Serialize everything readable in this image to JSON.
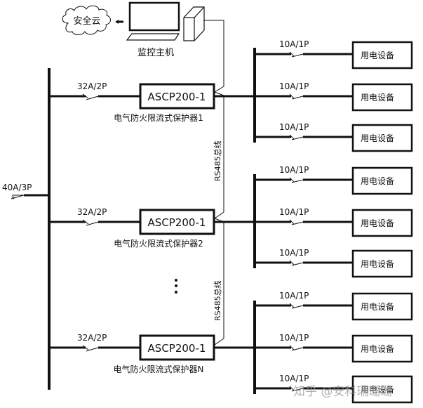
{
  "top": {
    "cloud_label": "安全云",
    "host_label": "监控主机"
  },
  "main_breaker": "40A/3P",
  "feeders": [
    {
      "breaker": "32A/2P",
      "device_model": "ASCP200-1",
      "device_caption": "电气防火限流式保护器1",
      "branches": [
        {
          "breaker": "10A/1P",
          "load": "用电设备"
        },
        {
          "breaker": "10A/1P",
          "load": "用电设备"
        },
        {
          "breaker": "10A/1P",
          "load": "用电设备"
        }
      ]
    },
    {
      "breaker": "32A/2P",
      "device_model": "ASCP200-1",
      "device_caption": "电气防火限流式保护器2",
      "branches": [
        {
          "breaker": "10A/1P",
          "load": "用电设备"
        },
        {
          "breaker": "10A/1P",
          "load": "用电设备"
        },
        {
          "breaker": "10A/1P",
          "load": "用电设备"
        }
      ]
    },
    {
      "breaker": "32A/2P",
      "device_model": "ASCP200-1",
      "device_caption": "电气防火限流式保护器N",
      "branches": [
        {
          "breaker": "10A/1P",
          "load": "用电设备"
        },
        {
          "breaker": "10A/1P",
          "load": "用电设备"
        },
        {
          "breaker": "10A/1P",
          "load": "用电设备"
        }
      ]
    }
  ],
  "bus_labels": [
    "RS485总线",
    "RS485总线"
  ],
  "ellipsis": "⋮",
  "watermark": "知乎 @安科瑞珊珊"
}
